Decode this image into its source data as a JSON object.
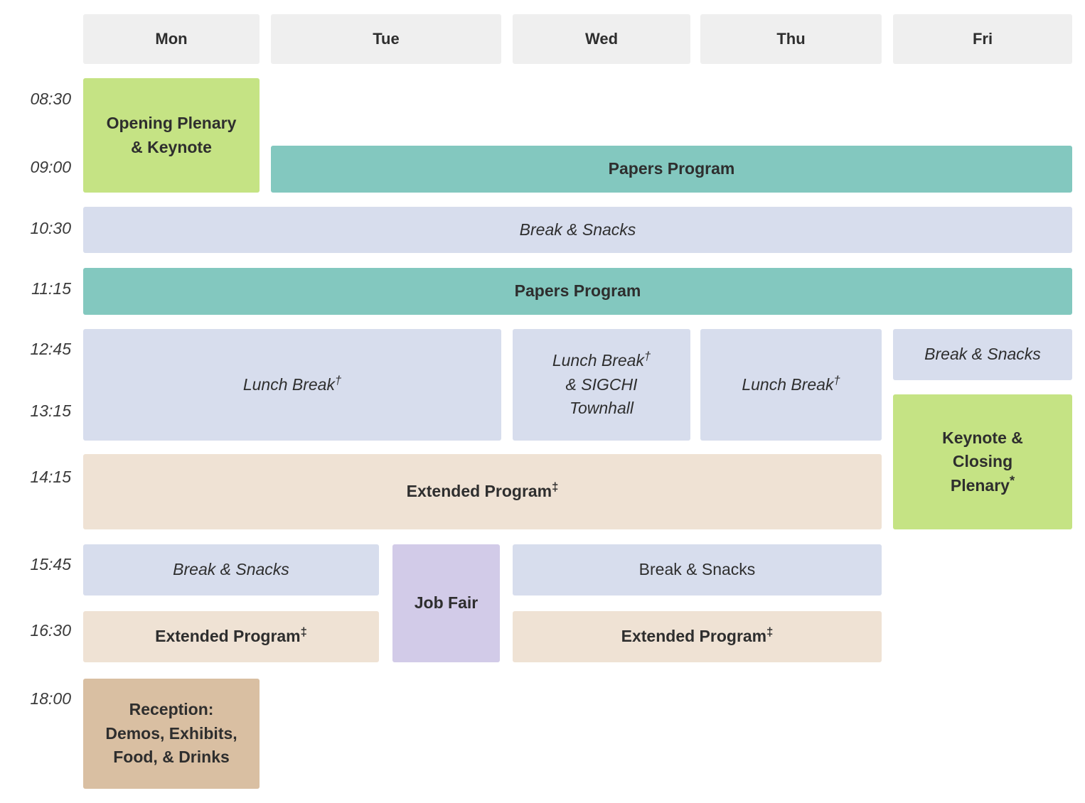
{
  "view": {
    "type": "conference-schedule-grid",
    "days": [
      "Mon",
      "Tue",
      "Wed",
      "Thu",
      "Fri"
    ],
    "times": [
      "08:30",
      "09:00",
      "10:30",
      "11:15",
      "12:45",
      "13:15",
      "14:15",
      "15:45",
      "16:30",
      "18:00"
    ],
    "colors": {
      "header": "#efefef",
      "plenary_green": "#c5e384",
      "papers_teal": "#83c8bf",
      "break_blue": "#d7dded",
      "extended_beige": "#efe2d4",
      "jobfair_purple": "#d2cbe8",
      "reception_tan": "#d9bfa2",
      "text": "#2e2e2e"
    }
  },
  "header": {
    "mon": "Mon",
    "tue": "Tue",
    "wed": "Wed",
    "thu": "Thu",
    "fri": "Fri"
  },
  "times": {
    "t0830": "08:30",
    "t0900": "09:00",
    "t1030": "10:30",
    "t1115": "11:15",
    "t1245": "12:45",
    "t1315": "13:15",
    "t1415": "14:15",
    "t1545": "15:45",
    "t1630": "16:30",
    "t1800": "18:00"
  },
  "blocks": {
    "opening_plenary": {
      "line1": "Opening Plenary",
      "line2": "& Keynote"
    },
    "papers_morning": {
      "label": "Papers Program"
    },
    "break_snacks_1030": {
      "label": "Break & Snacks"
    },
    "papers_1115": {
      "label": "Papers Program"
    },
    "lunch_mon_tue": {
      "label": "Lunch Break",
      "mark": "†"
    },
    "lunch_wed": {
      "line1": "Lunch Break",
      "mark": "†",
      "line2": "& SIGCHI",
      "line3": "Townhall"
    },
    "lunch_thu": {
      "label": "Lunch Break",
      "mark": "†"
    },
    "break_snacks_fri": {
      "label": "Break & Snacks"
    },
    "keynote_closing": {
      "line1": "Keynote &",
      "line2": "Closing",
      "line3": "Plenary",
      "mark": "*"
    },
    "extended_1415": {
      "label": "Extended Program",
      "mark": "‡"
    },
    "break_snacks_mon_1545": {
      "label": "Break & Snacks"
    },
    "job_fair": {
      "label": "Job Fair"
    },
    "break_snacks_wedthu_1545": {
      "label": "Break & Snacks"
    },
    "extended_mon_1630": {
      "label": "Extended Program",
      "mark": "‡"
    },
    "extended_wedthu_1630": {
      "label": "Extended Program",
      "mark": "‡"
    },
    "reception": {
      "line1": "Reception:",
      "line2": "Demos, Exhibits,",
      "line3": "Food, & Drinks"
    }
  }
}
